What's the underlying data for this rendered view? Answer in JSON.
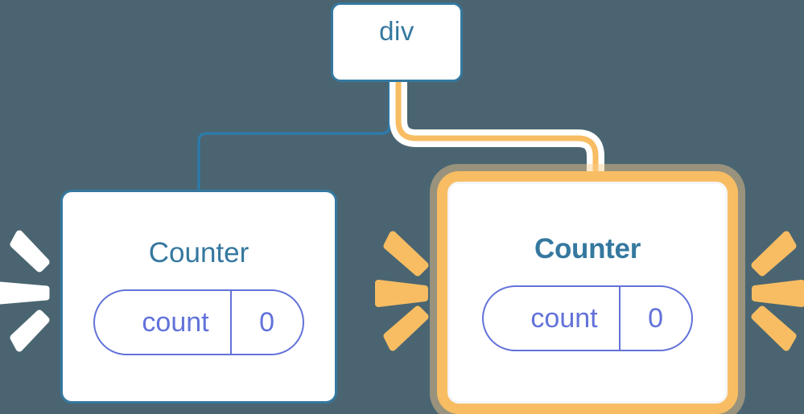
{
  "diagram": {
    "type": "component-tree",
    "background_color": "#4a6571",
    "nodes": [
      {
        "id": "div",
        "label": "div",
        "border_color": "#35789f",
        "highlighted": false
      },
      {
        "id": "counter-left",
        "label": "Counter",
        "border_color": "#35789f",
        "highlighted": false,
        "state": {
          "key": "count",
          "value": "0"
        }
      },
      {
        "id": "counter-right",
        "label": "Counter",
        "border_color": "#f8bd63",
        "highlighted": true,
        "state": {
          "key": "count",
          "value": "0"
        }
      }
    ],
    "edges": [
      {
        "from": "div",
        "to": "counter-left",
        "color": "#2d7cad",
        "style": "thin"
      },
      {
        "from": "div",
        "to": "counter-right",
        "color": "#f8bd63",
        "style": "thick-cased"
      }
    ],
    "sparkles": [
      {
        "id": "left-outer",
        "color": "#ffffff",
        "direction": "left",
        "count": 3
      },
      {
        "id": "middle",
        "color": "#f8bd63",
        "direction": "left",
        "count": 3
      },
      {
        "id": "right-outer",
        "color": "#f8bd63",
        "direction": "right",
        "count": 3
      }
    ],
    "colors": {
      "background": "#4a6571",
      "node_border_blue": "#35789f",
      "node_title_blue": "#35789f",
      "state_pill_purple": "#6272d9",
      "highlight_orange": "#f8bd63",
      "highlight_glow": "#facd8c",
      "wire_blue": "#2d7cad",
      "wire_casing_white": "#ffffff",
      "sparkle_white": "#ffffff"
    }
  }
}
